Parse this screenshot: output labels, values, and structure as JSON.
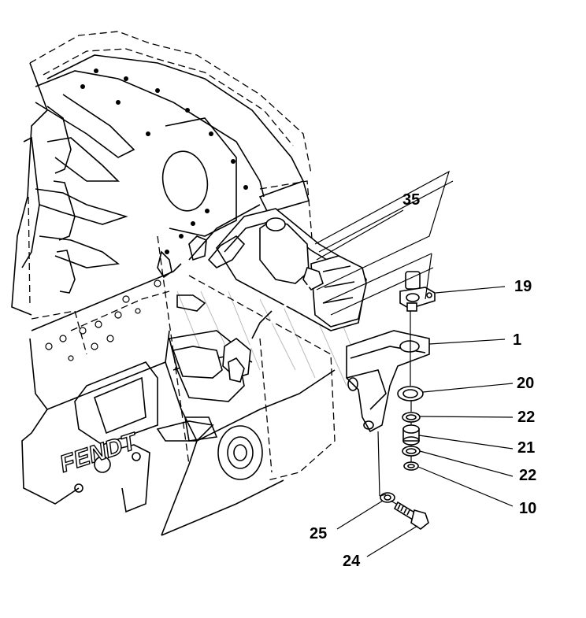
{
  "diagram": {
    "brand_text": "FENDT",
    "callouts": [
      {
        "id": "35",
        "label": "35"
      },
      {
        "id": "19",
        "label": "19"
      },
      {
        "id": "1",
        "label": "1"
      },
      {
        "id": "20",
        "label": "20"
      },
      {
        "id": "22a",
        "label": "22"
      },
      {
        "id": "21",
        "label": "21"
      },
      {
        "id": "22b",
        "label": "22"
      },
      {
        "id": "10",
        "label": "10"
      },
      {
        "id": "25",
        "label": "25"
      },
      {
        "id": "24",
        "label": "24"
      }
    ]
  }
}
